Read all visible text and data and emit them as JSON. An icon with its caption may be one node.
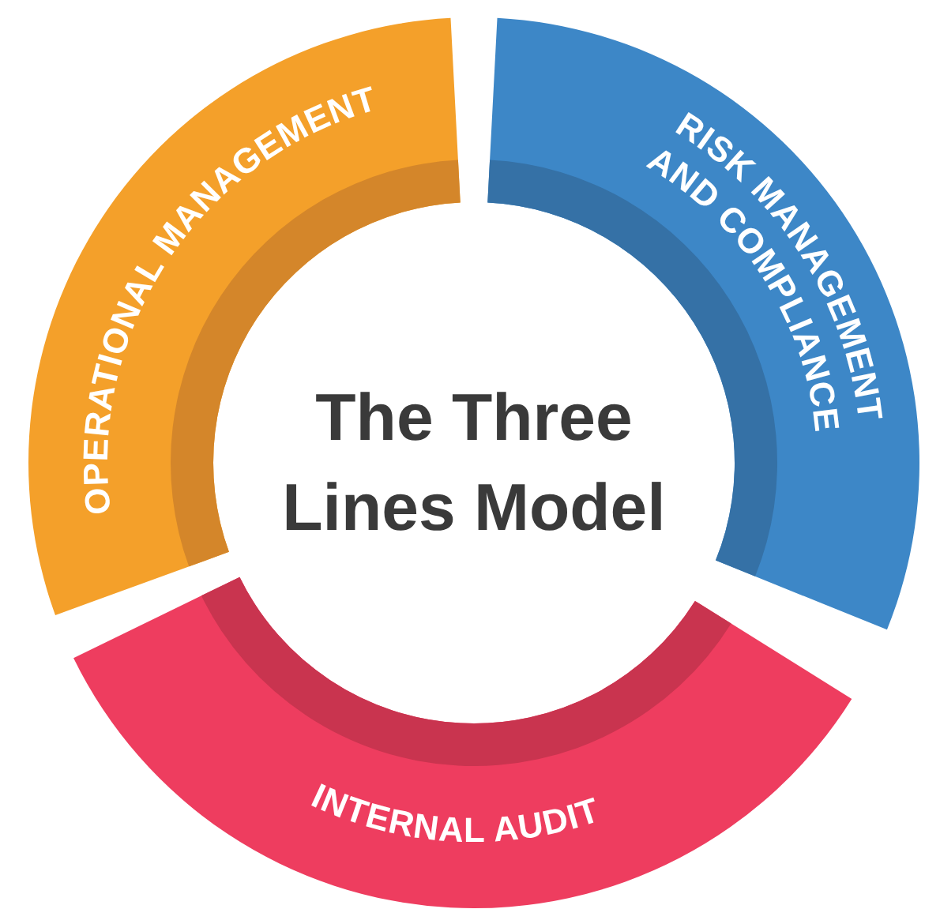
{
  "diagram": {
    "nodes": [
      {
        "text": [
          "OPERATIONAL MANAGEMENT"
        ]
      },
      {
        "text": [
          "RISK MANAGEMENT AND COMPLIANCE"
        ]
      },
      {
        "text": [
          "The Three Lines Model"
        ]
      },
      {
        "text": [
          "INTERNAL AUDIT"
        ]
      }
    ]
  }
}
